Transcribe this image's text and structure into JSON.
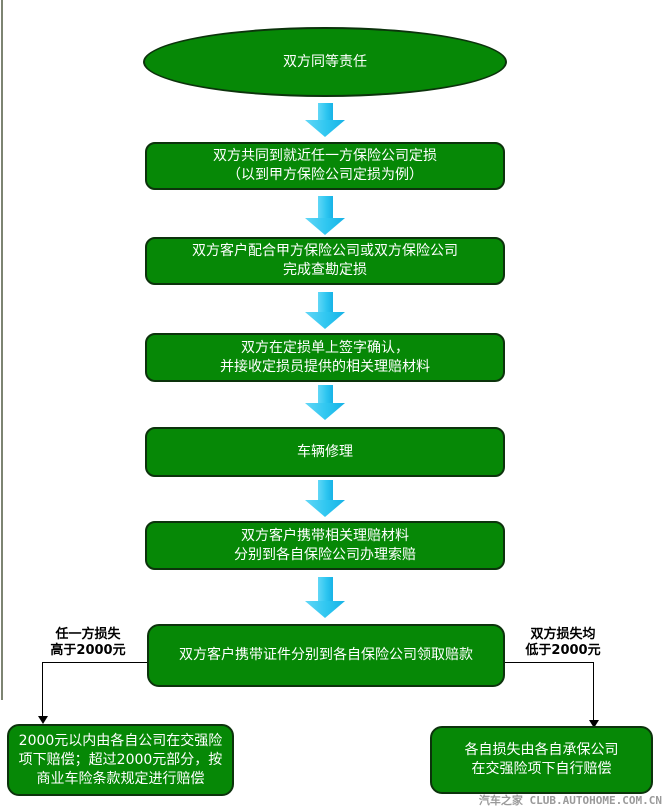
{
  "flow": {
    "start": {
      "label": "双方同等责任"
    },
    "steps": [
      {
        "label": "双方共同到就近任一方保险公司定损\n（以到甲方保险公司定损为例）"
      },
      {
        "label": "双方客户配合甲方保险公司或双方保险公司\n完成查勘定损"
      },
      {
        "label": "双方在定损单上签字确认，\n并接收定损员提供的相关理赔材料"
      },
      {
        "label": "车辆修理"
      },
      {
        "label": "双方客户携带相关理赔材料\n分别到各自保险公司办理索赔"
      },
      {
        "label": "双方客户携带证件分别到各自保险公司领取赔款"
      }
    ],
    "branches": {
      "left": {
        "condition": "任一方损失\n高于2000元",
        "result": "2000元以内由各自公司在交强险\n项下赔偿；超过2000元部分，按\n商业车险条款规定进行赔偿"
      },
      "right": {
        "condition": "双方损失均\n低于2000元",
        "result": "各自损失由各自承保公司\n在交强险项下自行赔偿"
      }
    }
  },
  "colors": {
    "node_fill": "#068806",
    "node_border": "#0c330c",
    "node_text": "#ffffff",
    "arrow": "#2ec6f0",
    "connector": "#000000",
    "watermark": "#9a9a9a",
    "left_rule": "#7d8472"
  },
  "watermark": {
    "text": "汽车之家 CLUB.AUTOHOME.COM.CN"
  }
}
